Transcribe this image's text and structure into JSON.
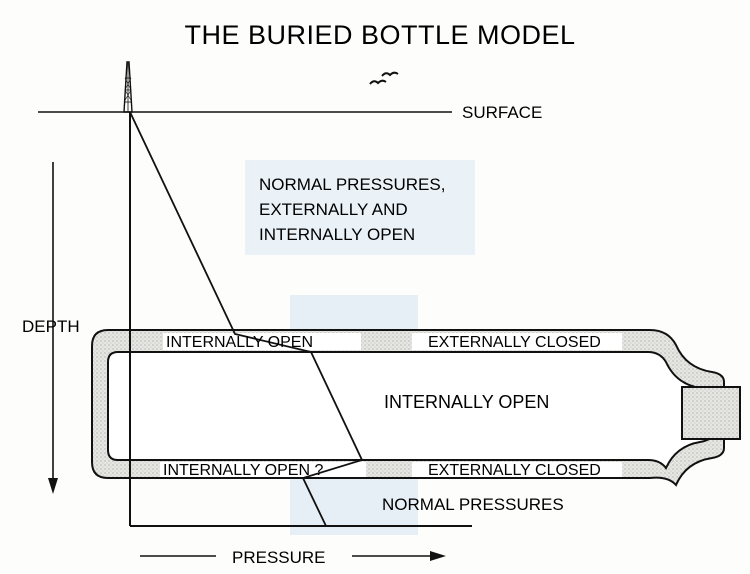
{
  "title": "THE BURIED BOTTLE MODEL",
  "labels": {
    "surface": "SURFACE",
    "normal_top_line1": "NORMAL PRESSURES,",
    "normal_top_line2": "EXTERNALLY AND",
    "normal_top_line3": "INTERNALLY OPEN",
    "depth": "DEPTH",
    "top_left_wall": "INTERNALLY  OPEN",
    "top_right_wall": "EXTERNALLY CLOSED",
    "interior": "INTERNALLY OPEN",
    "bottom_left_wall": "INTERNALLY  OPEN  ?",
    "bottom_right_wall": "EXTERNALLY CLOSED",
    "normal_bottom": "NORMAL PRESSURES",
    "pressure": "PRESSURE"
  },
  "icons": {
    "derrick": "oil-derrick-icon",
    "birds": "birds-icon"
  },
  "colors": {
    "ink": "#111111",
    "bottle_wall_fill": "#d9d9d6",
    "shaded_column": "#e4eef5"
  }
}
